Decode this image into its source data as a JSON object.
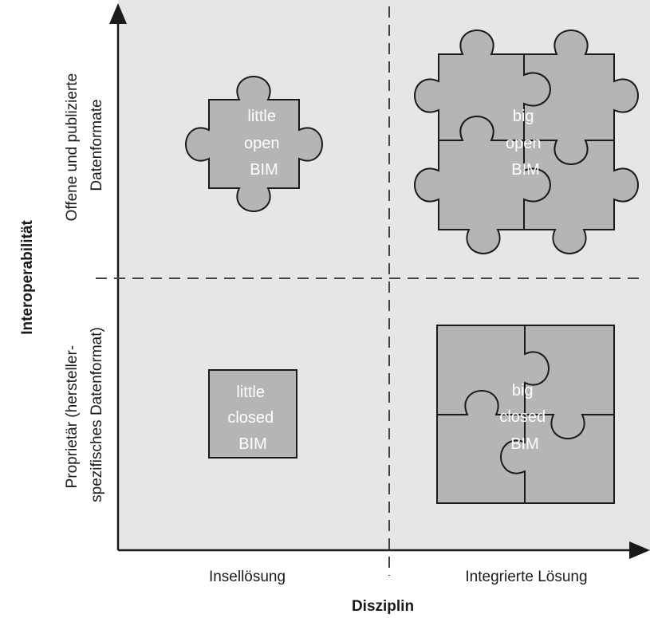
{
  "axes": {
    "y_title": "Interoperabilität",
    "x_title": "Disziplin",
    "y_top_category": [
      "Offene und publizierte",
      "Datenformate"
    ],
    "y_bottom_category": [
      "Proprietär (hersteller-",
      "spezifisches Datenformat)"
    ],
    "x_left_category": "Insellösung",
    "x_right_category": "Integrierte Lösung"
  },
  "quadrants": {
    "top_left": [
      "little",
      "open",
      "BIM"
    ],
    "top_right": [
      "big",
      "open",
      "BIM"
    ],
    "bottom_left": [
      "little",
      "closed",
      "BIM"
    ],
    "bottom_right": [
      "big",
      "closed",
      "BIM"
    ]
  },
  "colors": {
    "background": "#e6e6e6",
    "piece": "#b5b5b5",
    "outline": "#1a1a1a",
    "piece_text": "#ffffff"
  }
}
